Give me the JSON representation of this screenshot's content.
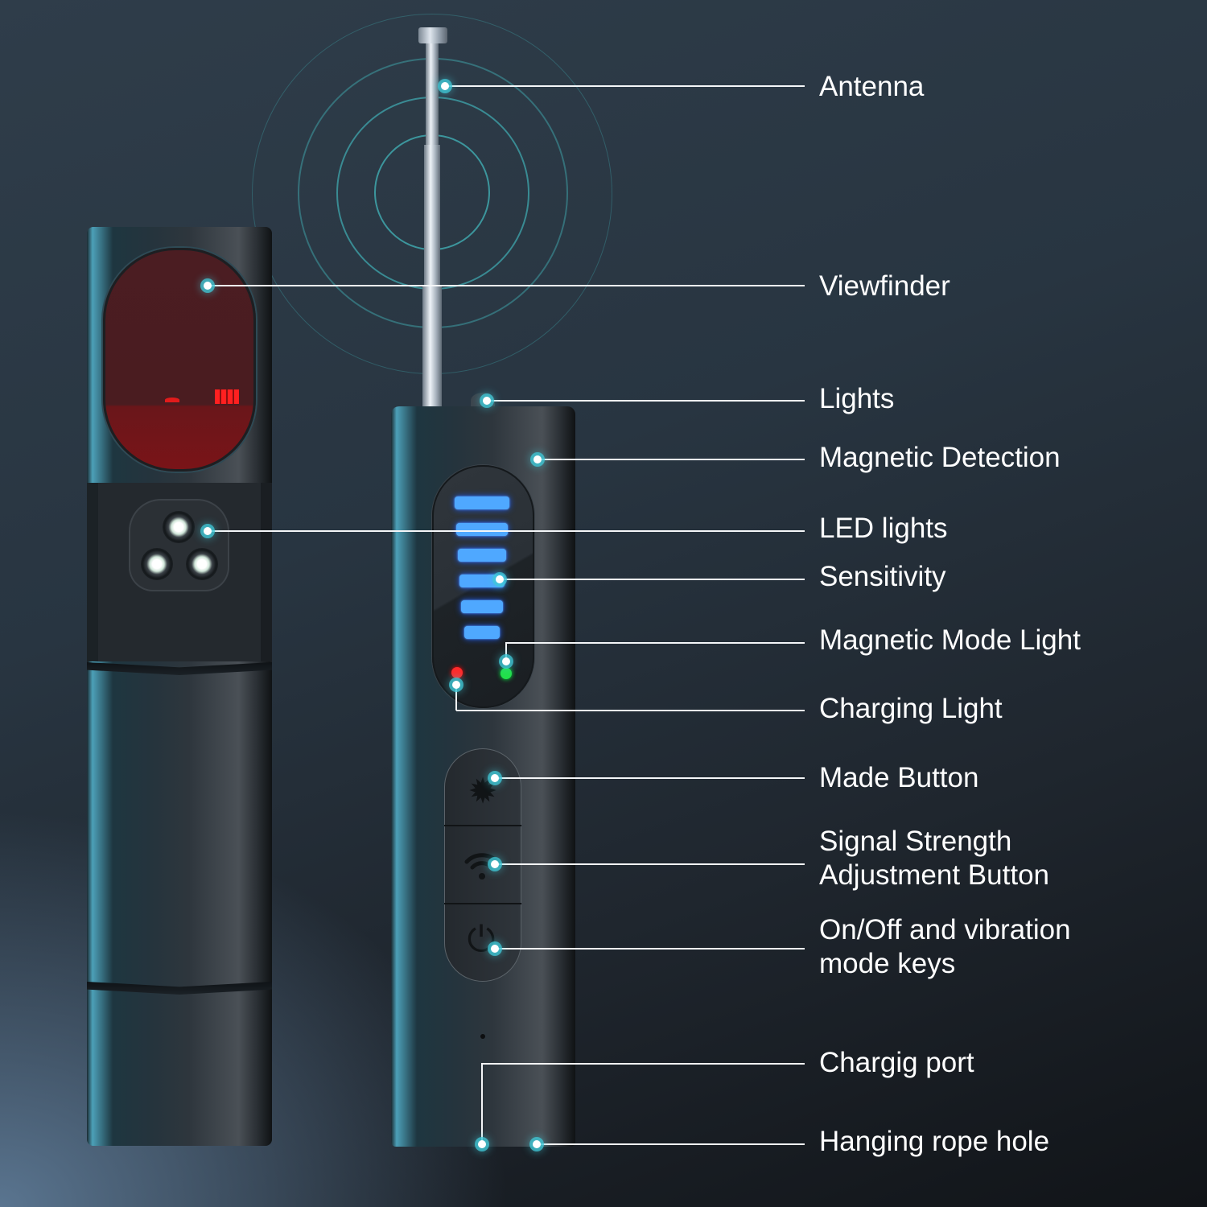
{
  "figure": {
    "type": "product-callout-diagram",
    "subject": "Handheld signal / camera detector with telescopic antenna",
    "colors": {
      "background_top": "#2f3d4a",
      "background_bottom_right": "#111418",
      "background_bottom_left": "#5a7590",
      "callout_glow": "#40c8d7",
      "wave_rings": "#3fa7ad",
      "sensitivity_bars": "#4fa8ff",
      "charging_light": "#ff2a2a",
      "magnetic_mode_light": "#22e04a",
      "viewfinder": "#4b1d22",
      "label_text": "#ffffff"
    }
  },
  "callouts": [
    {
      "id": "antenna",
      "label": "Antenna"
    },
    {
      "id": "viewfinder",
      "label": "Viewfinder"
    },
    {
      "id": "lights",
      "label": "Lights"
    },
    {
      "id": "magnetic-detection",
      "label": "Magnetic Detection"
    },
    {
      "id": "led-lights",
      "label": "LED lights"
    },
    {
      "id": "sensitivity",
      "label": "Sensitivity"
    },
    {
      "id": "magnetic-mode-light",
      "label": "Magnetic Mode Light"
    },
    {
      "id": "charging-light",
      "label": "Charging Light"
    },
    {
      "id": "made-button",
      "label": "Made Button"
    },
    {
      "id": "signal-strength-button",
      "label_line1": "Signal Strength",
      "label_line2": "Adjustment Button"
    },
    {
      "id": "power-button",
      "label_line1": "On/Off and vibration",
      "label_line2": "mode keys"
    },
    {
      "id": "charging-port",
      "label": "Chargig port"
    },
    {
      "id": "rope-hole",
      "label": "Hanging rope hole"
    }
  ],
  "device": {
    "sensitivity_bar_count": 6,
    "led_count": 3,
    "button_icons": [
      "sun-icon",
      "wifi-signal-icon",
      "power-icon"
    ],
    "button_glyphs": [
      "✹",
      "",
      "⏻"
    ]
  }
}
